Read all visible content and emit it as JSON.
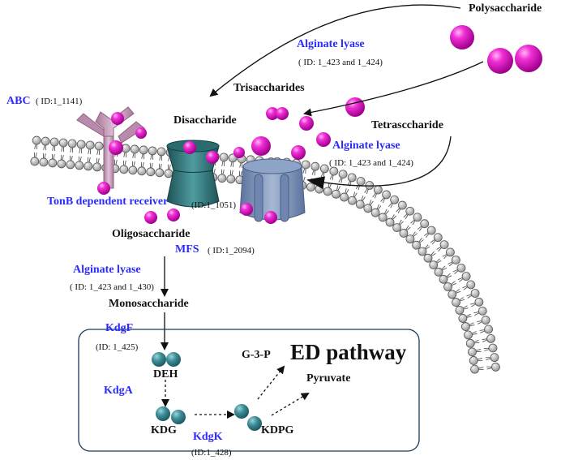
{
  "labels": {
    "polysaccharide": "Polysaccharide",
    "alginate_lyase_top": "Alginate lyase",
    "alginate_lyase_top_id": "( ID: 1_423 and 1_424)",
    "trisaccharides": "Trisaccharides",
    "abc": "ABC",
    "abc_id": "( ID:1_1141)",
    "disaccharide": "Disaccharide",
    "tetrasaccharide": "Tetrasccharide",
    "alginate_lyase_right": "Alginate lyase",
    "alginate_lyase_right_id": "( ID: 1_423 and 1_424)",
    "tonb": "TonB dependent receiver",
    "tonb_id": "(ID:1_1051)",
    "oligosaccharide": "Oligosaccharide",
    "mfs": "MFS",
    "mfs_id": "( ID:1_2094)",
    "alginate_lyase_left": "Alginate lyase",
    "alginate_lyase_left_id": "( ID: 1_423 and 1_430)",
    "monosaccharide": "Monosaccharide",
    "kdgf": "KdgF",
    "kdgf_id": "(ID: 1_425)",
    "deh": "DEH",
    "kdga": "KdgA",
    "kdg": "KDG",
    "kdgk": "KdgK",
    "kdgk_id": "(ID:1_428)",
    "kdpg": "KDPG",
    "g3p": "G-3-P",
    "ed_pathway": "ED pathway",
    "pyruvate": "Pyruvate"
  },
  "colors": {
    "label_blue": "#2b2bff",
    "sugar_magenta": "#e81ccc",
    "teal_molecule": "#3e8f9a",
    "lipid_head": "#c8c8c8",
    "abc_transporter": "#c79aba",
    "mfs_transporter": "#2f6f72",
    "tonb_receptor": "#7d93b8"
  }
}
